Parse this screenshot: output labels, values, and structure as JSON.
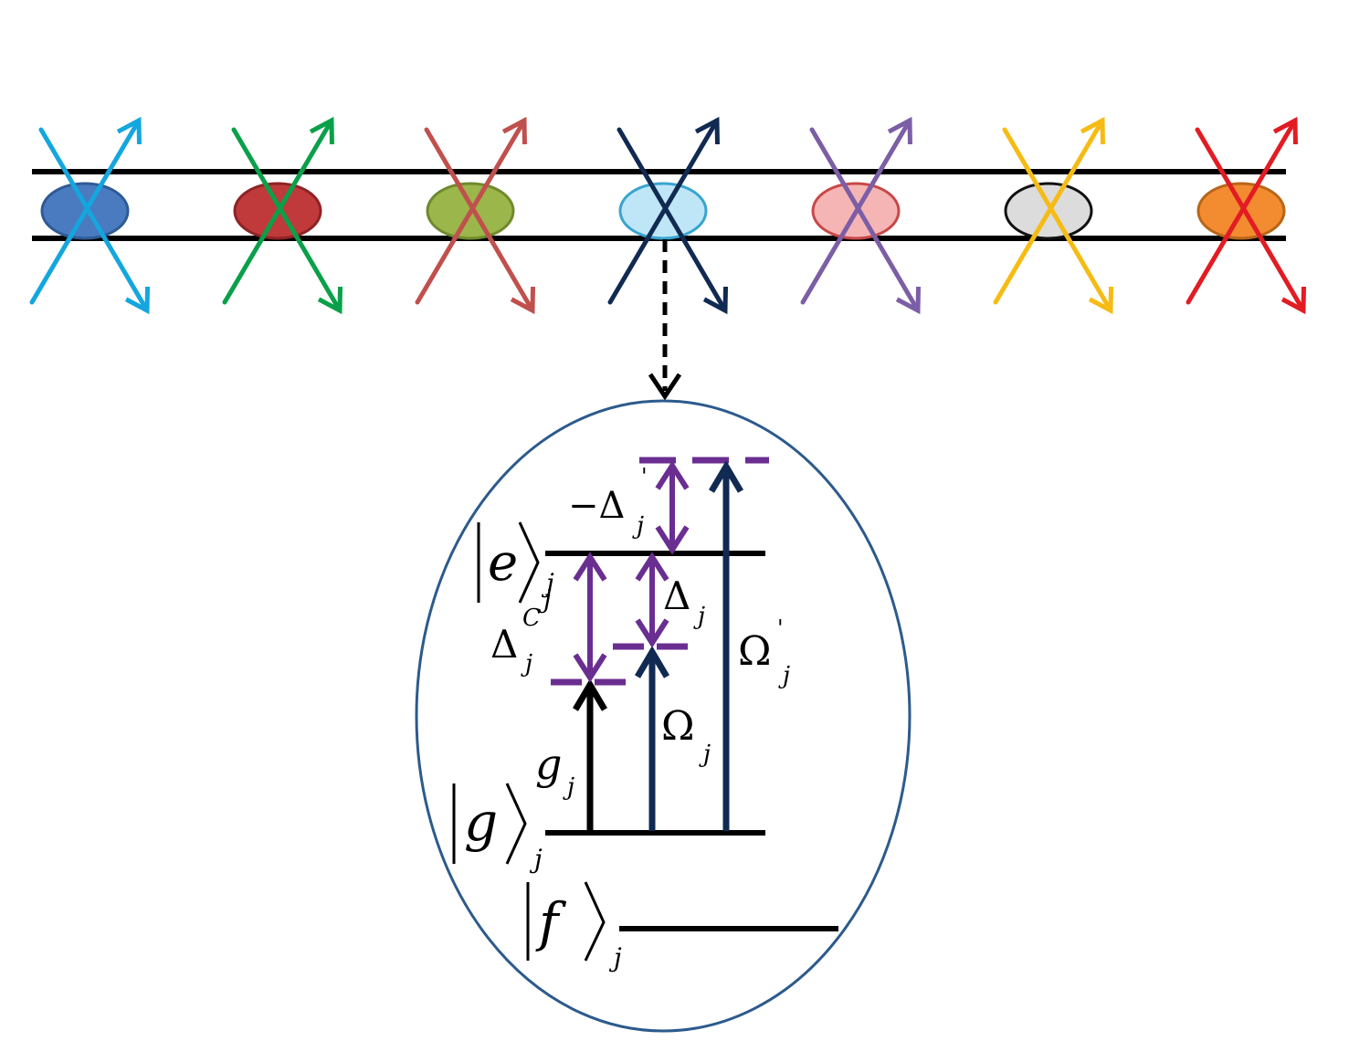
{
  "atoms": [
    {
      "fill": "#4a7abf",
      "stroke": "#2f5a94",
      "laser": "#14a6de"
    },
    {
      "fill": "#c0393b",
      "stroke": "#8e2325",
      "laser": "#0aa04a"
    },
    {
      "fill": "#9bb64a",
      "stroke": "#6f8a2d",
      "laser": "#c0504d"
    },
    {
      "fill": "#bfe6f7",
      "stroke": "#39a4cf",
      "laser": "#102a52"
    },
    {
      "fill": "#f6b5b5",
      "stroke": "#c84848",
      "laser": "#7b5ea6"
    },
    {
      "fill": "#dcdcdc",
      "stroke": "#111111",
      "laser": "#f6bb14"
    },
    {
      "fill": "#f38b31",
      "stroke": "#b86518",
      "laser": "#e31b23"
    }
  ],
  "colors": {
    "rail": "#000000",
    "inset_border": "#2c5a8c",
    "detuning": "#6a2e91",
    "strong_pump": "#102a52",
    "cavity_coupling": "#000000"
  },
  "states": {
    "e": {
      "symbol": "e",
      "subscript": "j"
    },
    "g": {
      "symbol": "g",
      "subscript": "j"
    },
    "f": {
      "symbol": "f",
      "subscript": "j"
    }
  },
  "labels": {
    "minus_delta_prime": {
      "main": "−Δ",
      "prime": "'",
      "sub": "j"
    },
    "delta_c": {
      "main": "Δ",
      "sup": "C",
      "sub": "j"
    },
    "delta": {
      "main": "Δ",
      "sub": "j"
    },
    "omega": {
      "main": "Ω",
      "sub": "j"
    },
    "omega_prime": {
      "main": "Ω",
      "prime": "'",
      "sub": "j"
    },
    "g_coupling": {
      "main": "g",
      "sub": "j"
    },
    "stray_j": "j"
  }
}
